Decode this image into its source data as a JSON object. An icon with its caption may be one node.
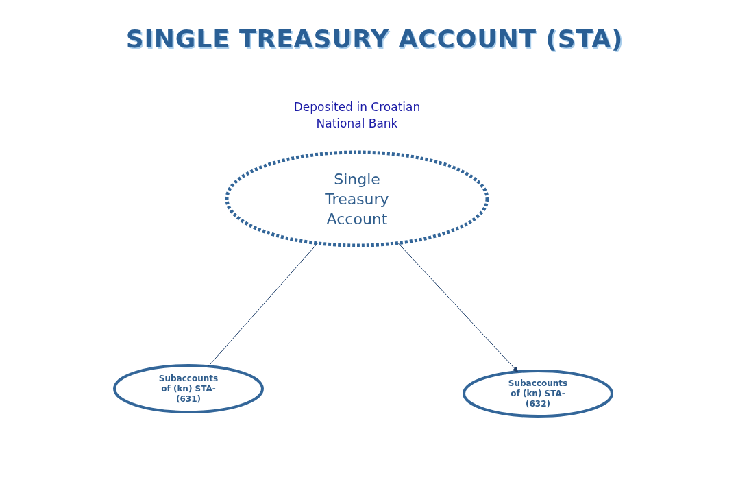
{
  "diagram": {
    "title": "SINGLE TREASURY ACCOUNT (STA)",
    "nodes": [
      {
        "text": [
          "Single Treasury Account"
        ],
        "beside": [
          "Deposited in Croatian National Bank"
        ]
      },
      {
        "text": [
          "Subaccounts of (kn) STA-(631)"
        ]
      },
      {
        "text": [
          "Subaccounts of (kn) STA-(632)"
        ]
      }
    ],
    "edges": [
      {
        "from": 0,
        "to": 1,
        "arrow": "none"
      },
      {
        "from": 0,
        "to": 2,
        "arrow": "to"
      }
    ]
  }
}
